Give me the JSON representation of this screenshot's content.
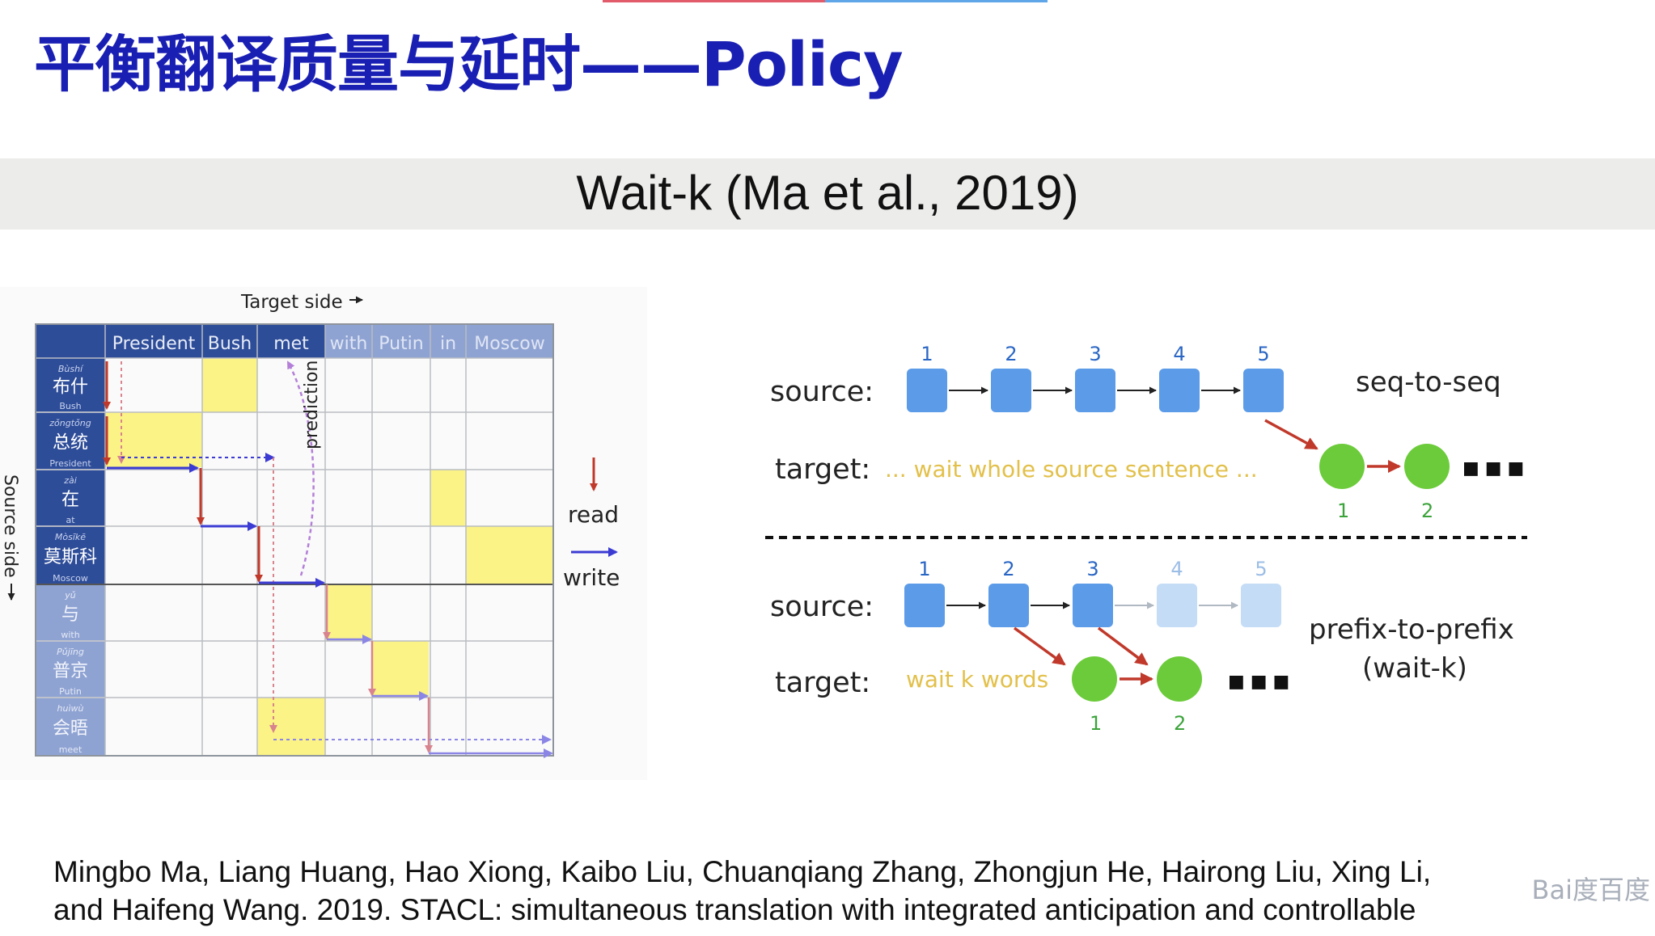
{
  "title": "平衡翻译质量与延时——Policy",
  "subtitle": "Wait-k (Ma et al., 2019)",
  "left_figure": {
    "target_side_label": "Target side",
    "source_side_label": "Source side",
    "target_words": [
      "President",
      "Bush",
      "met",
      "with",
      "Putin",
      "in",
      "Moscow"
    ],
    "source_words": [
      {
        "pinyin": "Bùshí",
        "chinese": "布什",
        "english": "Bush"
      },
      {
        "pinyin": "zǒngtǒng",
        "chinese": "总统",
        "english": "President"
      },
      {
        "pinyin": "zài",
        "chinese": "在",
        "english": "at"
      },
      {
        "pinyin": "Mòsīkē",
        "chinese": "莫斯科",
        "english": "Moscow"
      },
      {
        "pinyin": "yǔ",
        "chinese": "与",
        "english": "with"
      },
      {
        "pinyin": "Pǔjīng",
        "chinese": "普京",
        "english": "Putin"
      },
      {
        "pinyin": "huìwù",
        "chinese": "会晤",
        "english": "meet"
      }
    ],
    "prediction_label": "prediction",
    "legend_read": "read",
    "legend_write": "write"
  },
  "right_figure": {
    "source_label": "source:",
    "target_label": "target:",
    "top": {
      "name": "seq-to-seq",
      "source_numbers": [
        "1",
        "2",
        "3",
        "4",
        "5"
      ],
      "wait_text": "... wait whole source sentence ...",
      "target_numbers": [
        "1",
        "2"
      ],
      "ellipsis": "■ ■ ■"
    },
    "bottom": {
      "name_line1": "prefix-to-prefix",
      "name_line2": "(wait-k)",
      "source_numbers": [
        "1",
        "2",
        "3",
        "4",
        "5"
      ],
      "wait_text": "wait k words",
      "target_numbers": [
        "1",
        "2"
      ],
      "ellipsis": "■ ■ ■"
    }
  },
  "citation": [
    "Mingbo Ma, Liang Huang, Hao Xiong, Kaibo Liu, Chuanqiang Zhang, Zhongjun He, Hairong Liu, Xing Li,",
    "and Haifeng Wang. 2019. STACL: simultaneous translation with integrated anticipation and controllable"
  ],
  "watermark": "Bai度百度",
  "colors": {
    "title": "#1a1fb4",
    "header_blue": "#2e4d99",
    "header_faded": "#8fa3d3",
    "highlight_yellow": "#fbf386",
    "read_arrow": "#c0392b",
    "write_arrow": "#3b3bd4",
    "source_box": "#5b9be8",
    "source_box_faded": "#c4dcf6",
    "target_circle": "#6ccb3a",
    "wait_text": "#e2c04a"
  }
}
